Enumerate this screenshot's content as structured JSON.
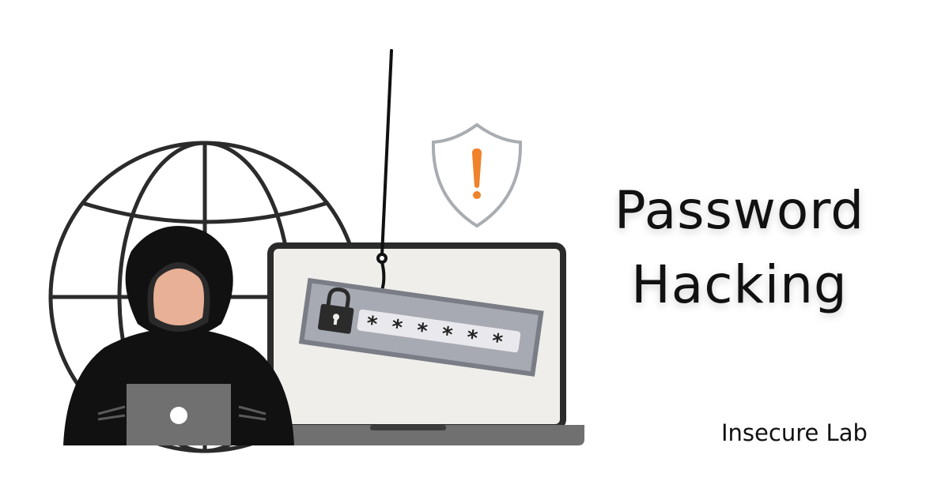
{
  "title": {
    "line1": "Password",
    "line2": "Hacking"
  },
  "brand": "Insecure Lab",
  "password_mask": [
    "*",
    "*",
    "*",
    "*",
    "*",
    "*"
  ],
  "icons": {
    "globe": "globe-icon",
    "hacker": "hooded-hacker-icon",
    "laptop": "laptop-icon",
    "shield": "warning-shield-icon",
    "lock": "lock-icon",
    "hook": "fishing-hook-icon"
  },
  "colors": {
    "outline": "#2b2b2b",
    "hood": "#111111",
    "skin": "#e8b096",
    "laptop_body": "#707070",
    "screen": "#efeeeb",
    "password_bar": "#a7aab3",
    "shield_outline": "#a9adb2",
    "warning": "#f0822a"
  }
}
